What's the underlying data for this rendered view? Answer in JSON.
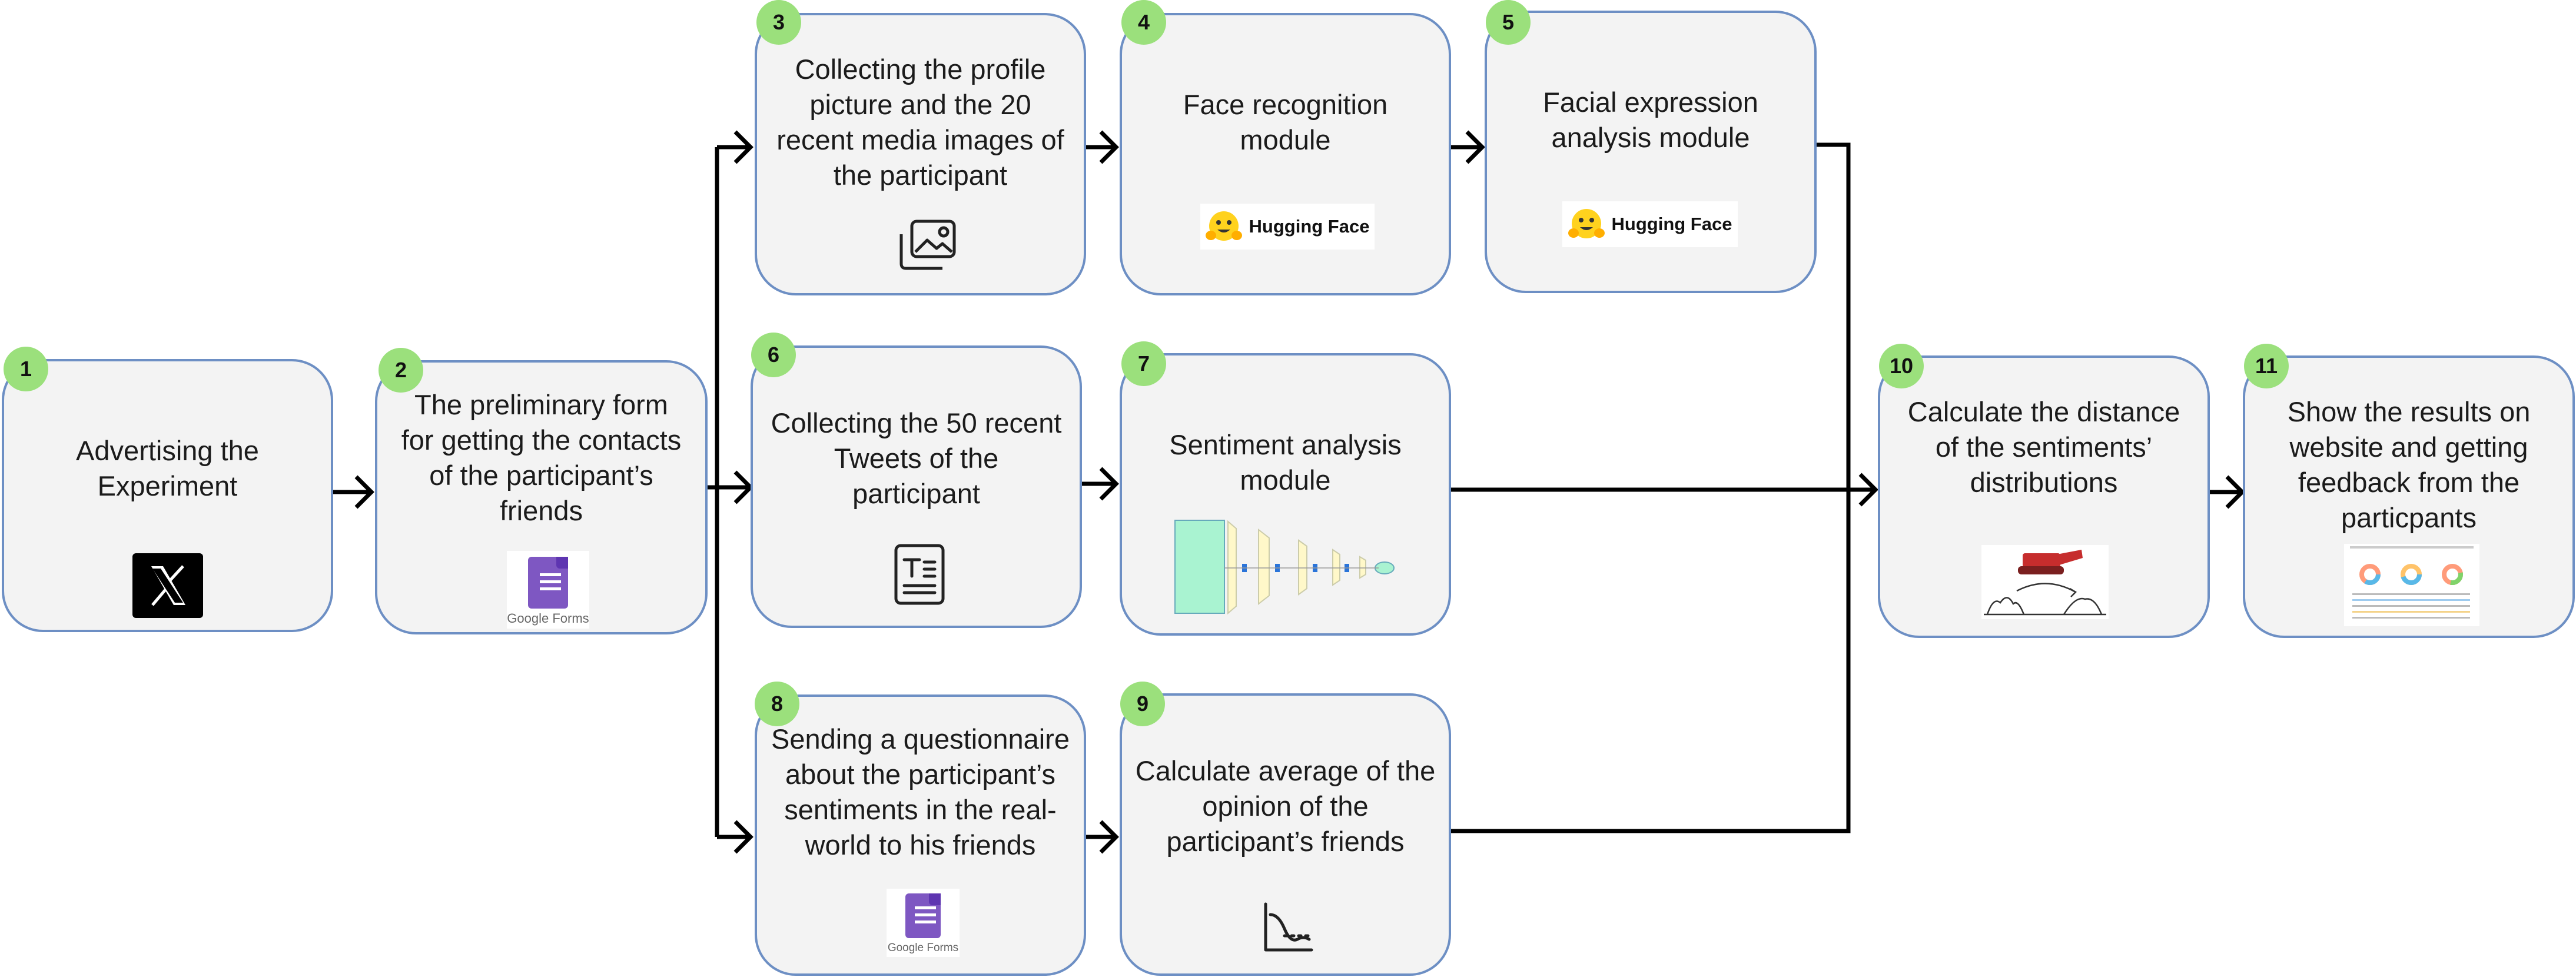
{
  "steps": [
    {
      "num": "1",
      "text": "Advertising the Experiment",
      "icon": "x-logo-icon"
    },
    {
      "num": "2",
      "text": "The preliminary form for getting the contacts of the participant’s friends",
      "icon": "google-forms-icon"
    },
    {
      "num": "3",
      "text": "Collecting the profile picture and the 20 recent media images of the participant",
      "icon": "images-icon"
    },
    {
      "num": "4",
      "text": "Face recognition module",
      "icon": "hugging-face-logo"
    },
    {
      "num": "5",
      "text": "Facial expression analysis module",
      "icon": "hugging-face-logo"
    },
    {
      "num": "6",
      "text": "Collecting the 50 recent Tweets of the participant",
      "icon": "text-document-icon"
    },
    {
      "num": "7",
      "text": "Sentiment analysis module",
      "icon": "neural-network-diagram"
    },
    {
      "num": "8",
      "text": "Sending a questionnaire about the participant’s sentiments in the real-world to his friends",
      "icon": "google-forms-icon"
    },
    {
      "num": "9",
      "text": "Calculate average of the opinion of the participant’s friends",
      "icon": "distribution-curve-icon"
    },
    {
      "num": "10",
      "text": "Calculate the distance of the sentiments’ distributions",
      "icon": "earth-mover-illustration"
    },
    {
      "num": "11",
      "text": "Show the results on website and getting feedback from the particpants",
      "icon": "results-website-screenshot"
    }
  ],
  "logos": {
    "hugging_face": "Hugging Face",
    "google_forms": "Google Forms"
  },
  "colors": {
    "box_fill": "#f3f3f3",
    "box_border": "#6d8fc4",
    "badge": "#9be07c",
    "arrow": "#000000"
  }
}
